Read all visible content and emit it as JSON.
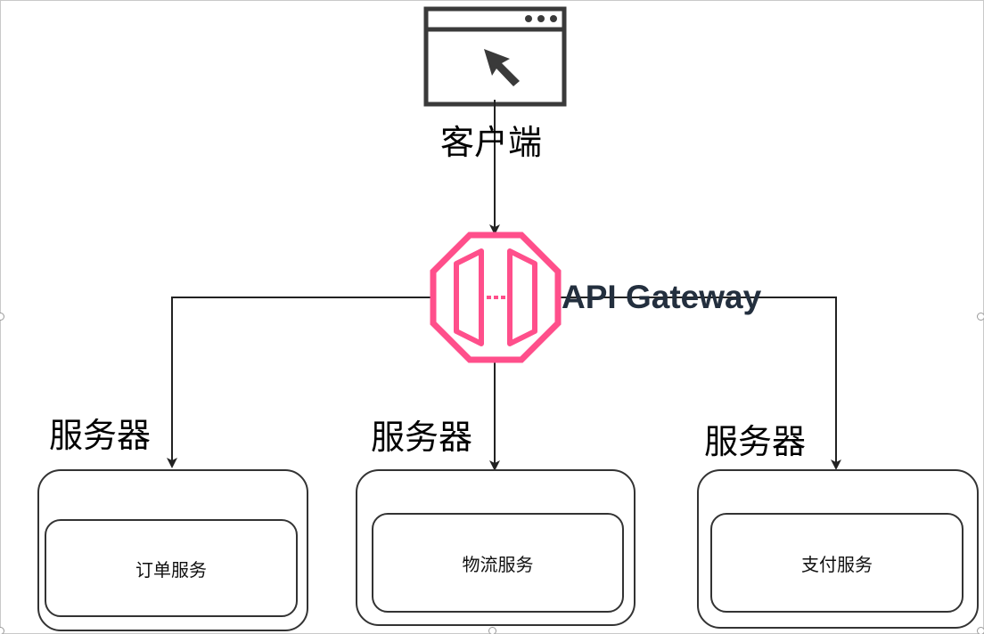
{
  "client": {
    "label": "客户端",
    "icon": "browser-window-cursor-icon"
  },
  "gateway": {
    "label": "API Gateway",
    "icon": "api-gateway-octagon-icon",
    "color": "#ff4f8b",
    "label_color": "#232f3e"
  },
  "servers": [
    {
      "group_label": "服务器",
      "service_label": "订单服务"
    },
    {
      "group_label": "服务器",
      "service_label": "物流服务"
    },
    {
      "group_label": "服务器",
      "service_label": "支付服务"
    }
  ],
  "colors": {
    "line": "#222222",
    "box_border": "#333333"
  }
}
